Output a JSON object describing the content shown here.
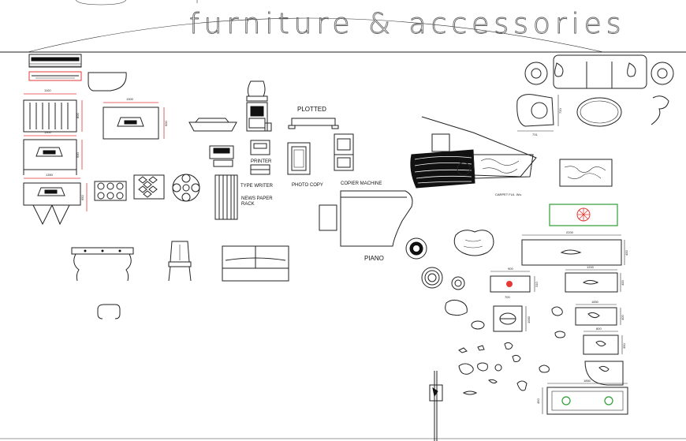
{
  "title": "furniture & accessories",
  "labels": {
    "plotted": "PLOTTED",
    "printer": "PRINTER",
    "type_writer": "TYPE WRITER",
    "news_paper_rack_1": "NEWS PAPER",
    "news_paper_rack_2": "RACK",
    "photo_copy": "PHOTO COPY",
    "copier_machine": "COPIER MACHINE",
    "piano": "PIANO",
    "carpet": "CARPET FUL .Wo."
  },
  "dimensions": {
    "d1100": "1100",
    "d800": "800",
    "d1300a": "1300",
    "d600": "600",
    "d1300b": "1300",
    "d500": "500",
    "d1350": "1350",
    "d650": "650",
    "d2200": "2200",
    "d400a": "400",
    "d1200": "1200",
    "d400b": "400",
    "d900": "900",
    "d310": "310",
    "d700": "700",
    "d1000": "1000",
    "d400c": "400",
    "d800b": "800",
    "d350": "350",
    "d720": "720",
    "d731": "731",
    "d1850": "1850",
    "d450": "450"
  },
  "colors": {
    "line": "#222222",
    "dimension": "#e53935",
    "accent_green": "#2e9c34",
    "title_stroke": "#666666"
  }
}
